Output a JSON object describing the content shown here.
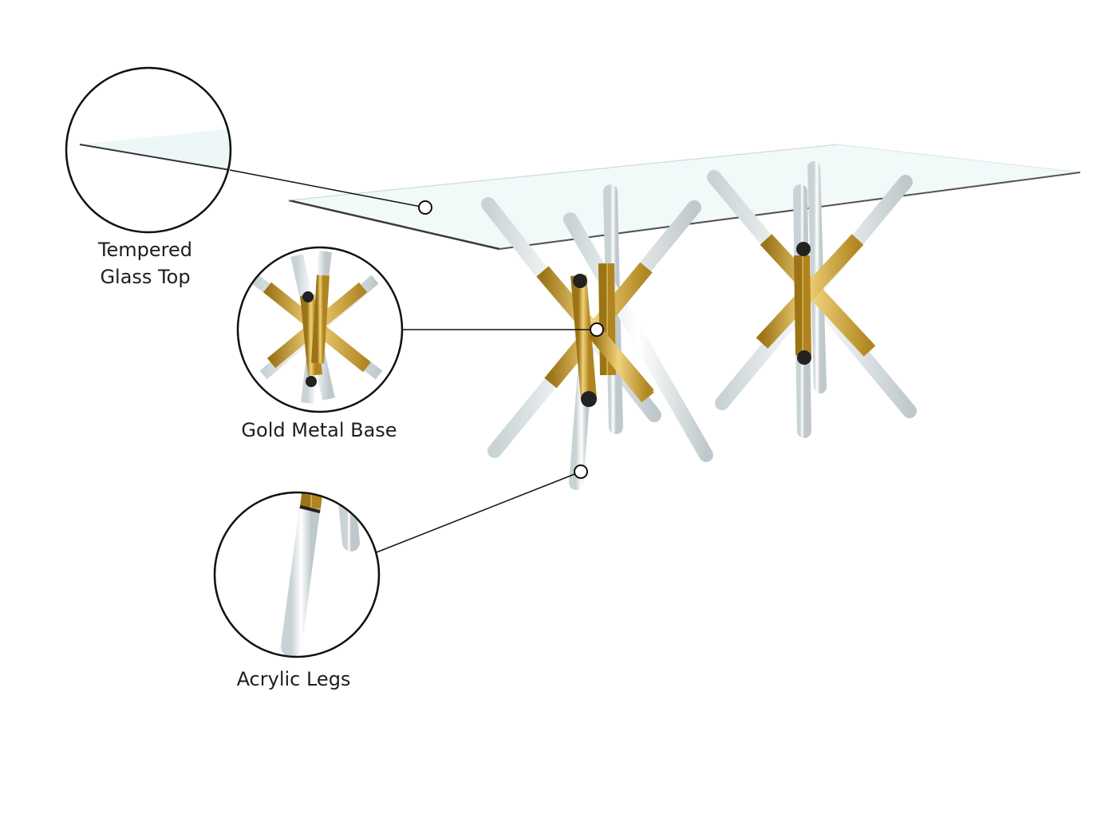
{
  "callouts": {
    "glass_top": {
      "line1": "Tempered",
      "line2": "Glass Top"
    },
    "gold_base": {
      "label": "Gold Metal Base"
    },
    "acrylic_legs": {
      "label": "Acrylic Legs"
    }
  },
  "colors": {
    "gold": "#c9a23a",
    "gold_light": "#f0d27a",
    "glass_edge": "#3b3b3b",
    "glass_fill": "#eef7f7",
    "acrylic": "#d9e3e6",
    "outline": "#111111"
  }
}
